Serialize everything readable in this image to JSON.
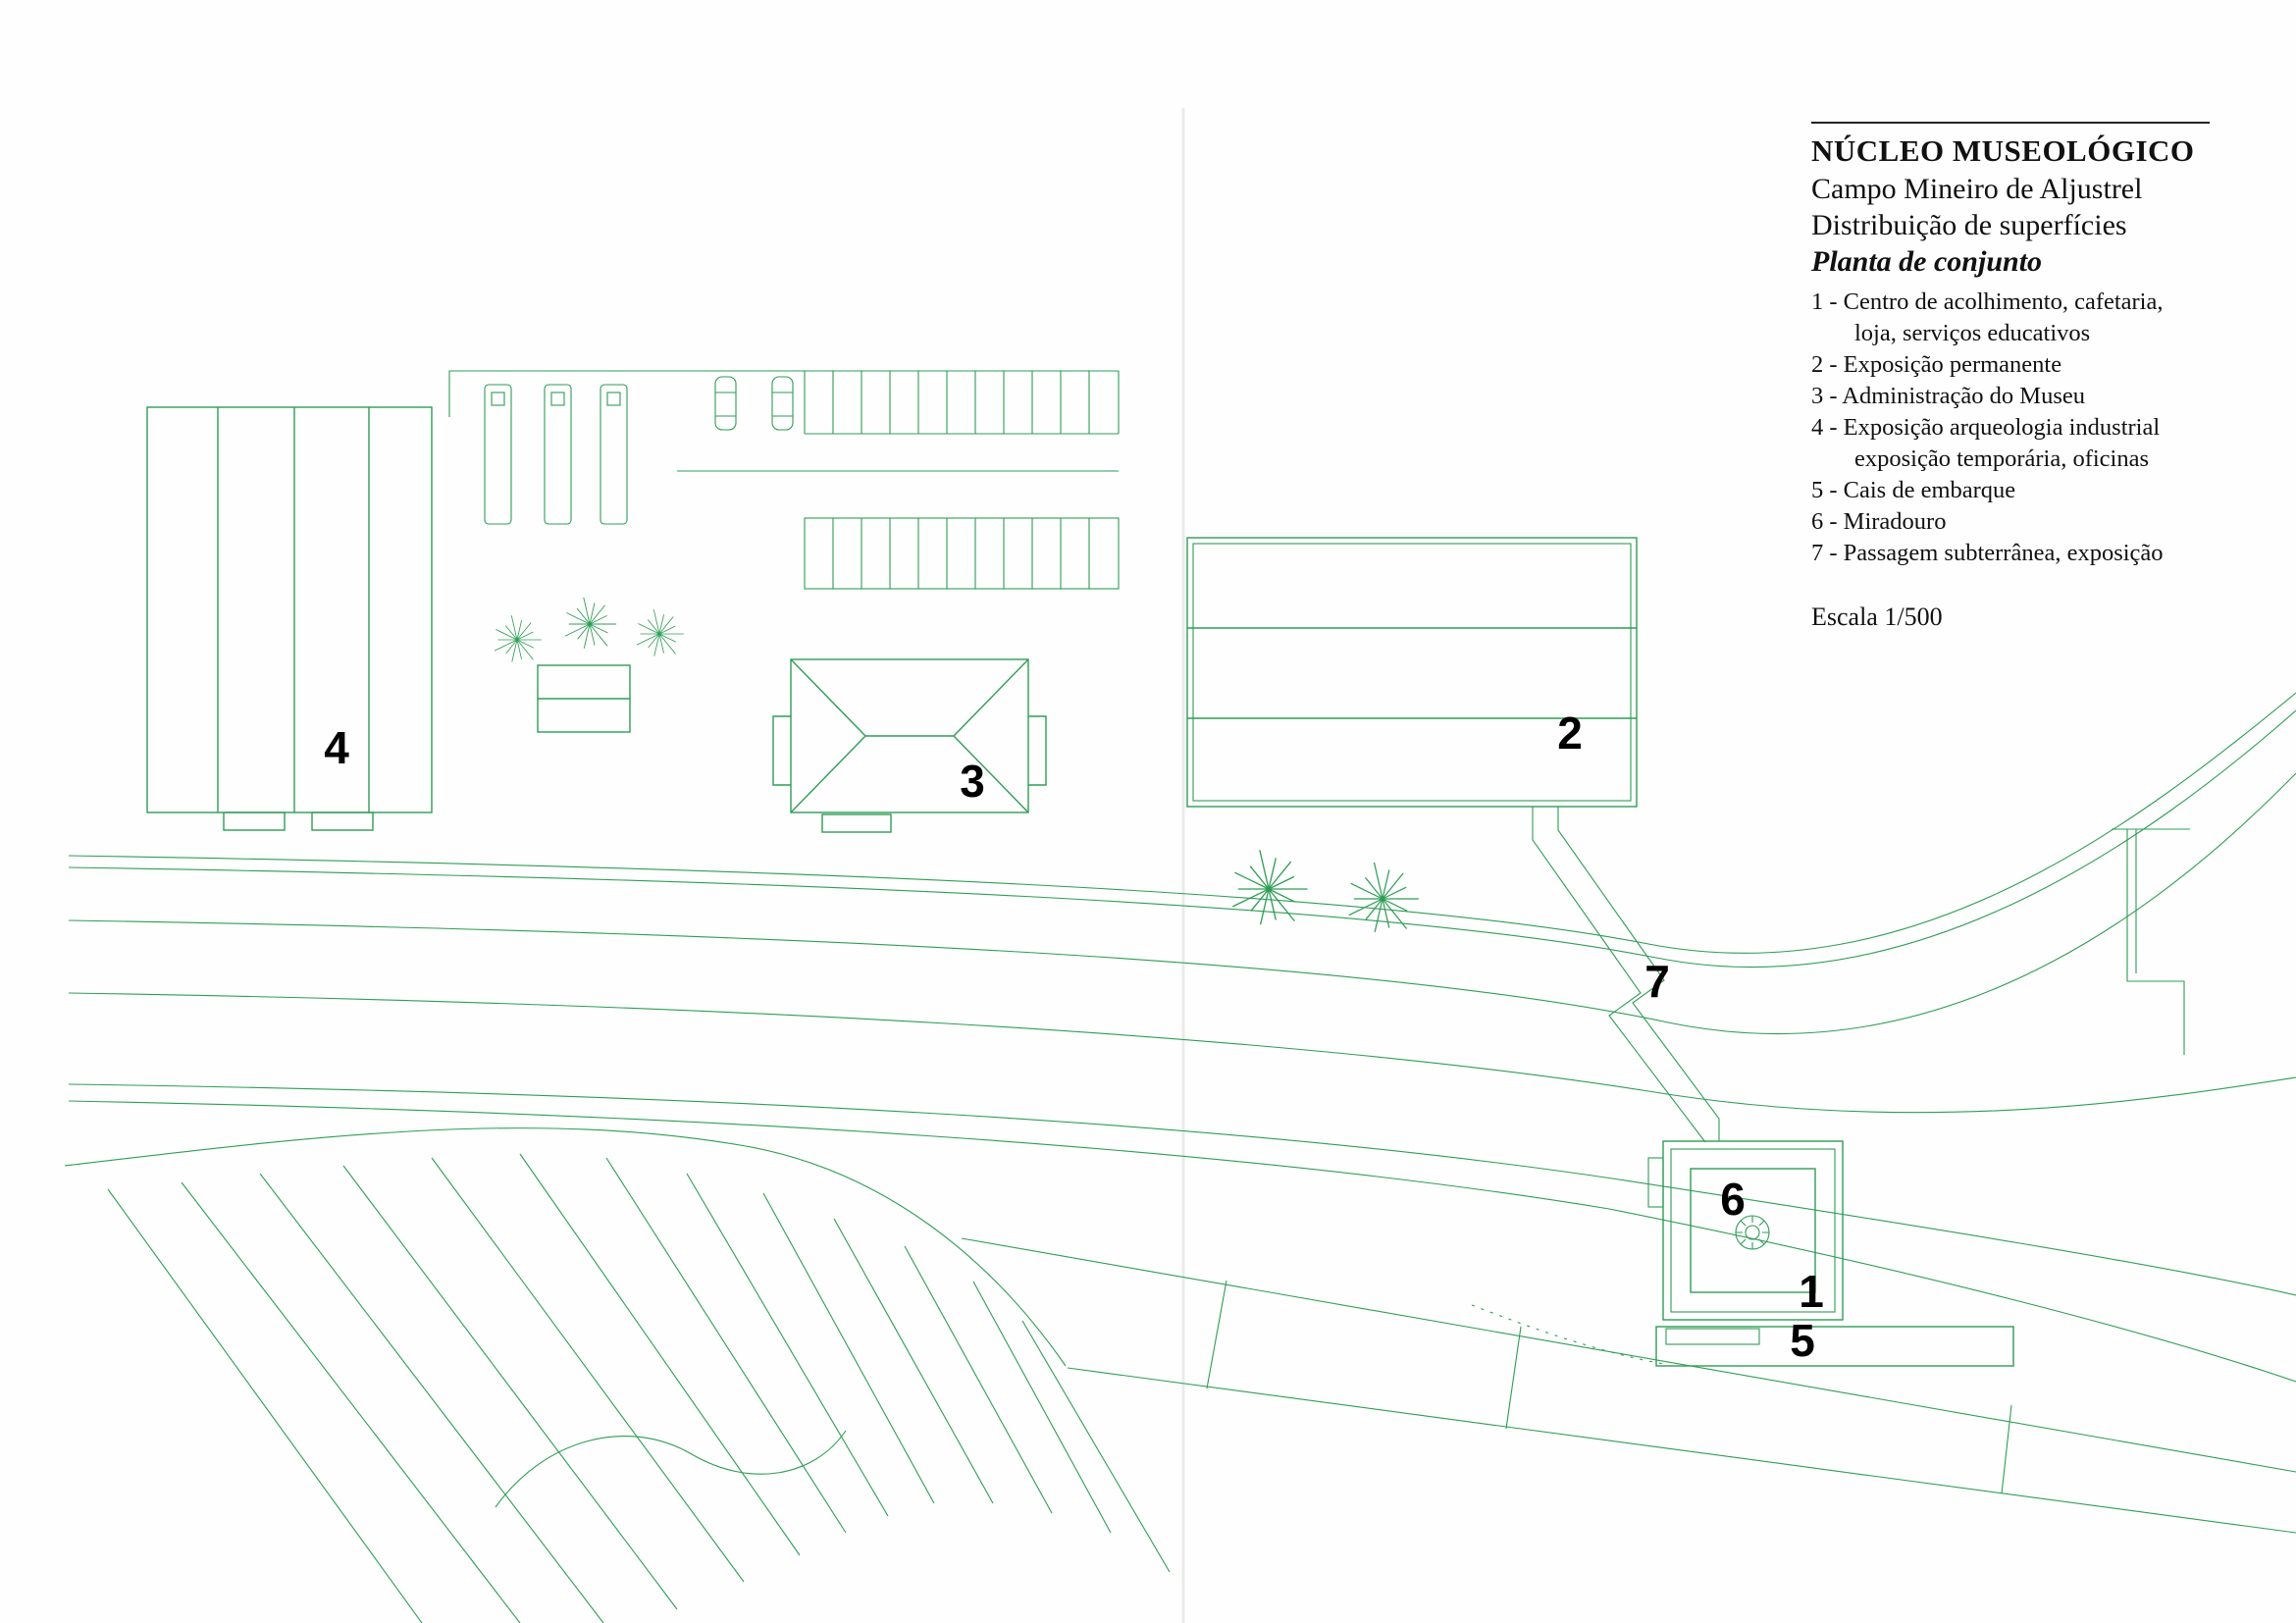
{
  "legend": {
    "title": "NÚCLEO MUSEOLÓGICO",
    "subtitle1": "Campo Mineiro de Aljustrel",
    "subtitle2": "Distribuição de superfícies",
    "plan_title": "Planta de conjunto",
    "items": [
      {
        "text": "1 - Centro de acolhimento, cafetaria,"
      },
      {
        "text": "loja, serviços educativos"
      },
      {
        "text": "2 - Exposição permanente"
      },
      {
        "text": "3 - Administração do Museu"
      },
      {
        "text": "4 - Exposição arqueologia industrial"
      },
      {
        "text": "exposição temporária, oficinas"
      },
      {
        "text": "5 - Cais de embarque"
      },
      {
        "text": "6 - Miradouro"
      },
      {
        "text": "7 - Passagem subterrânea, exposição"
      }
    ],
    "scale": "Escala 1/500"
  },
  "plan_labels": {
    "building4": "4",
    "building3": "3",
    "building2": "2",
    "passage7": "7",
    "miradouro6": "6",
    "building1": "1",
    "cais5": "5"
  },
  "colors": {
    "drawing_green": "#2f9d55",
    "label_black": "#000000"
  }
}
